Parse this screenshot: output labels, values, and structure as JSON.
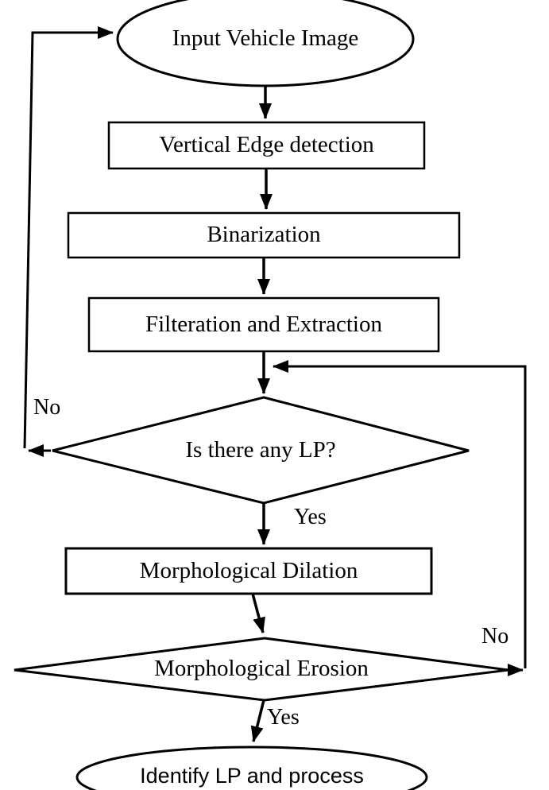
{
  "diagram": {
    "type": "flowchart",
    "colors": {
      "background": "#ffffff",
      "line": "#000000",
      "text": "#000000"
    },
    "nodes": [
      {
        "id": "input-vehicle-image",
        "shape": "ellipse",
        "label": "Input Vehicle Image"
      },
      {
        "id": "vertical-edge-detection",
        "shape": "rectangle",
        "label": "Vertical Edge detection"
      },
      {
        "id": "binarization",
        "shape": "rectangle",
        "label": "Binarization"
      },
      {
        "id": "filteration-extraction",
        "shape": "rectangle",
        "label": "Filteration and Extraction"
      },
      {
        "id": "is-there-any-lp",
        "shape": "diamond",
        "label": "Is there any LP?"
      },
      {
        "id": "morphological-dilation",
        "shape": "rectangle",
        "label": "Morphological Dilation"
      },
      {
        "id": "morphological-erosion",
        "shape": "diamond",
        "label": "Morphological Erosion"
      },
      {
        "id": "identify-lp-process",
        "shape": "ellipse",
        "label": "Identify LP and process"
      }
    ],
    "edges": [
      {
        "from": "input-vehicle-image",
        "to": "vertical-edge-detection",
        "label": ""
      },
      {
        "from": "vertical-edge-detection",
        "to": "binarization",
        "label": ""
      },
      {
        "from": "binarization",
        "to": "filteration-extraction",
        "label": ""
      },
      {
        "from": "filteration-extraction",
        "to": "is-there-any-lp",
        "label": ""
      },
      {
        "from": "is-there-any-lp",
        "to": "input-vehicle-image",
        "label": "No"
      },
      {
        "from": "is-there-any-lp",
        "to": "morphological-dilation",
        "label": "Yes"
      },
      {
        "from": "morphological-dilation",
        "to": "morphological-erosion",
        "label": ""
      },
      {
        "from": "morphological-erosion",
        "to": "is-there-any-lp",
        "label": "No"
      },
      {
        "from": "morphological-erosion",
        "to": "identify-lp-process",
        "label": "Yes"
      }
    ]
  }
}
